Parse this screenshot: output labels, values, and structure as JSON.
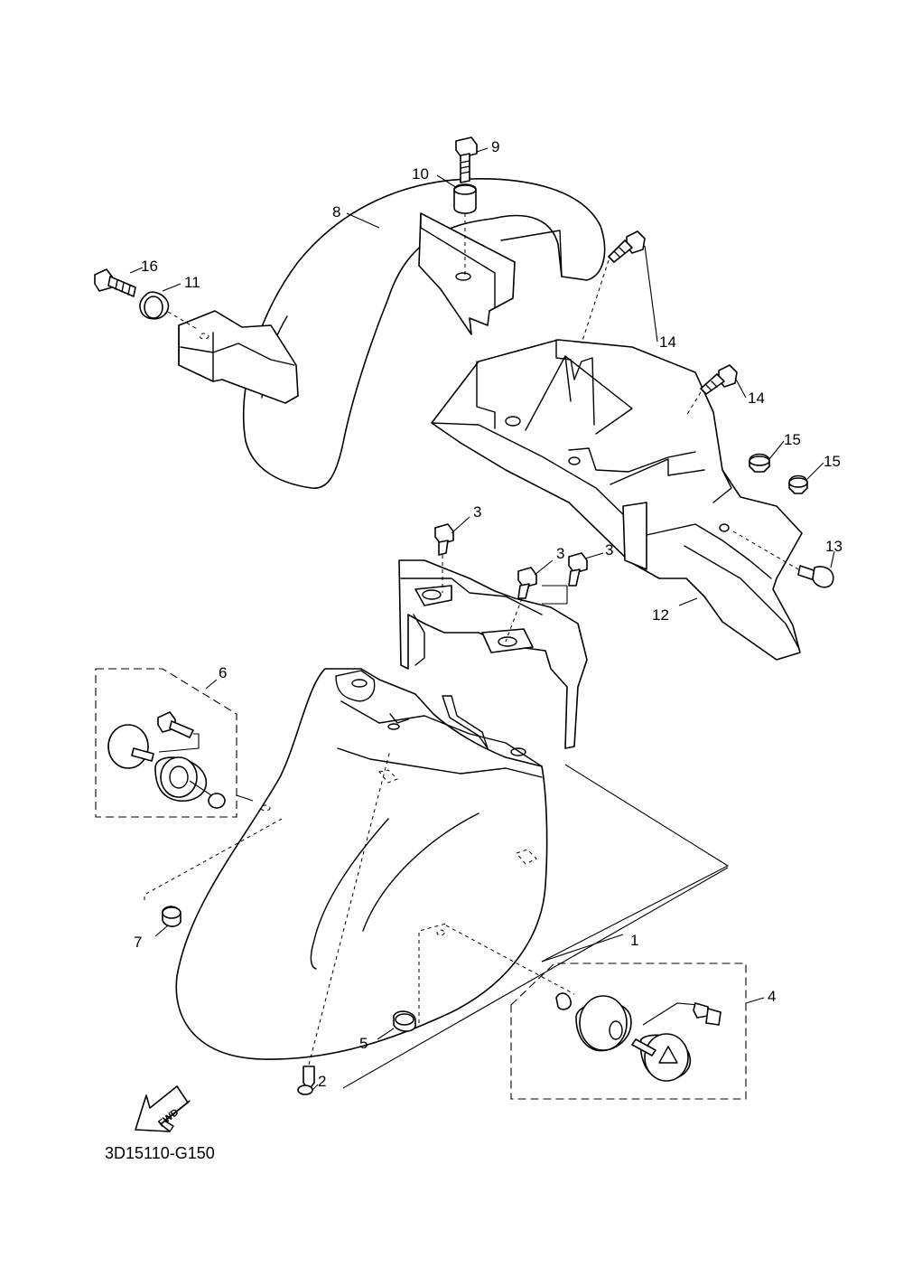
{
  "diagram_ref": "3D15110-G150",
  "direction_label": "FWD",
  "callouts": {
    "p1": "1",
    "p2": "2",
    "p3a": "3",
    "p3b": "3",
    "p3c": "3",
    "p4": "4",
    "p5": "5",
    "p6": "6",
    "p7": "7",
    "p8": "8",
    "p9": "9",
    "p10": "10",
    "p11": "11",
    "p12": "12",
    "p13": "13",
    "p14a": "14",
    "p14b": "14",
    "p15a": "15",
    "p15b": "15",
    "p16": "16"
  }
}
